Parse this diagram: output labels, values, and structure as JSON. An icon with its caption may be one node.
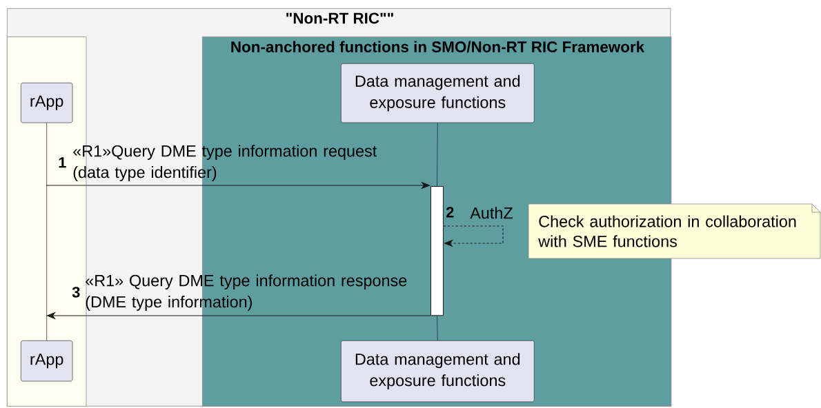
{
  "diagram": {
    "nodes": [
      {
        "text": [
          "\"Non-RT RIC\"\""
        ]
      },
      {
        "text": [],
        "shape": "box",
        "in": 0
      },
      {
        "text": [
          "Non-anchored functions in SMO/Non-RT RIC Framework"
        ],
        "in": 0
      },
      {
        "text": [
          "rApp"
        ],
        "in": 1
      },
      {
        "text": [
          "Data management and exposure functions"
        ],
        "in": 2
      },
      {
        "text": [],
        "shape": "bar",
        "in": 2
      },
      {
        "text": [
          "Check authorization in collaboration with SME functions"
        ]
      },
      {
        "text": [
          "rApp"
        ],
        "in": 1
      },
      {
        "text": [
          "Data management and exposure functions"
        ],
        "in": 2
      }
    ],
    "edges": [
      {
        "from": 3,
        "to": 7,
        "arrow": "none"
      },
      {
        "from": 4,
        "to": 5,
        "arrow": "none"
      },
      {
        "from": 5,
        "to": 8,
        "arrow": "none"
      },
      {
        "from": null,
        "to": 5,
        "arrow": "to",
        "label": "«R1»Query DME type information request (data type identifier)"
      },
      {
        "from": 5,
        "to": 5,
        "arrow": "to",
        "style": "dashed",
        "label": "AuthZ"
      },
      {
        "from": 5,
        "to": null,
        "arrow": "to",
        "label": "«R1» Query DME type information response (DME type information)"
      }
    ],
    "labels": [
      "1",
      "2",
      "3"
    ]
  }
}
